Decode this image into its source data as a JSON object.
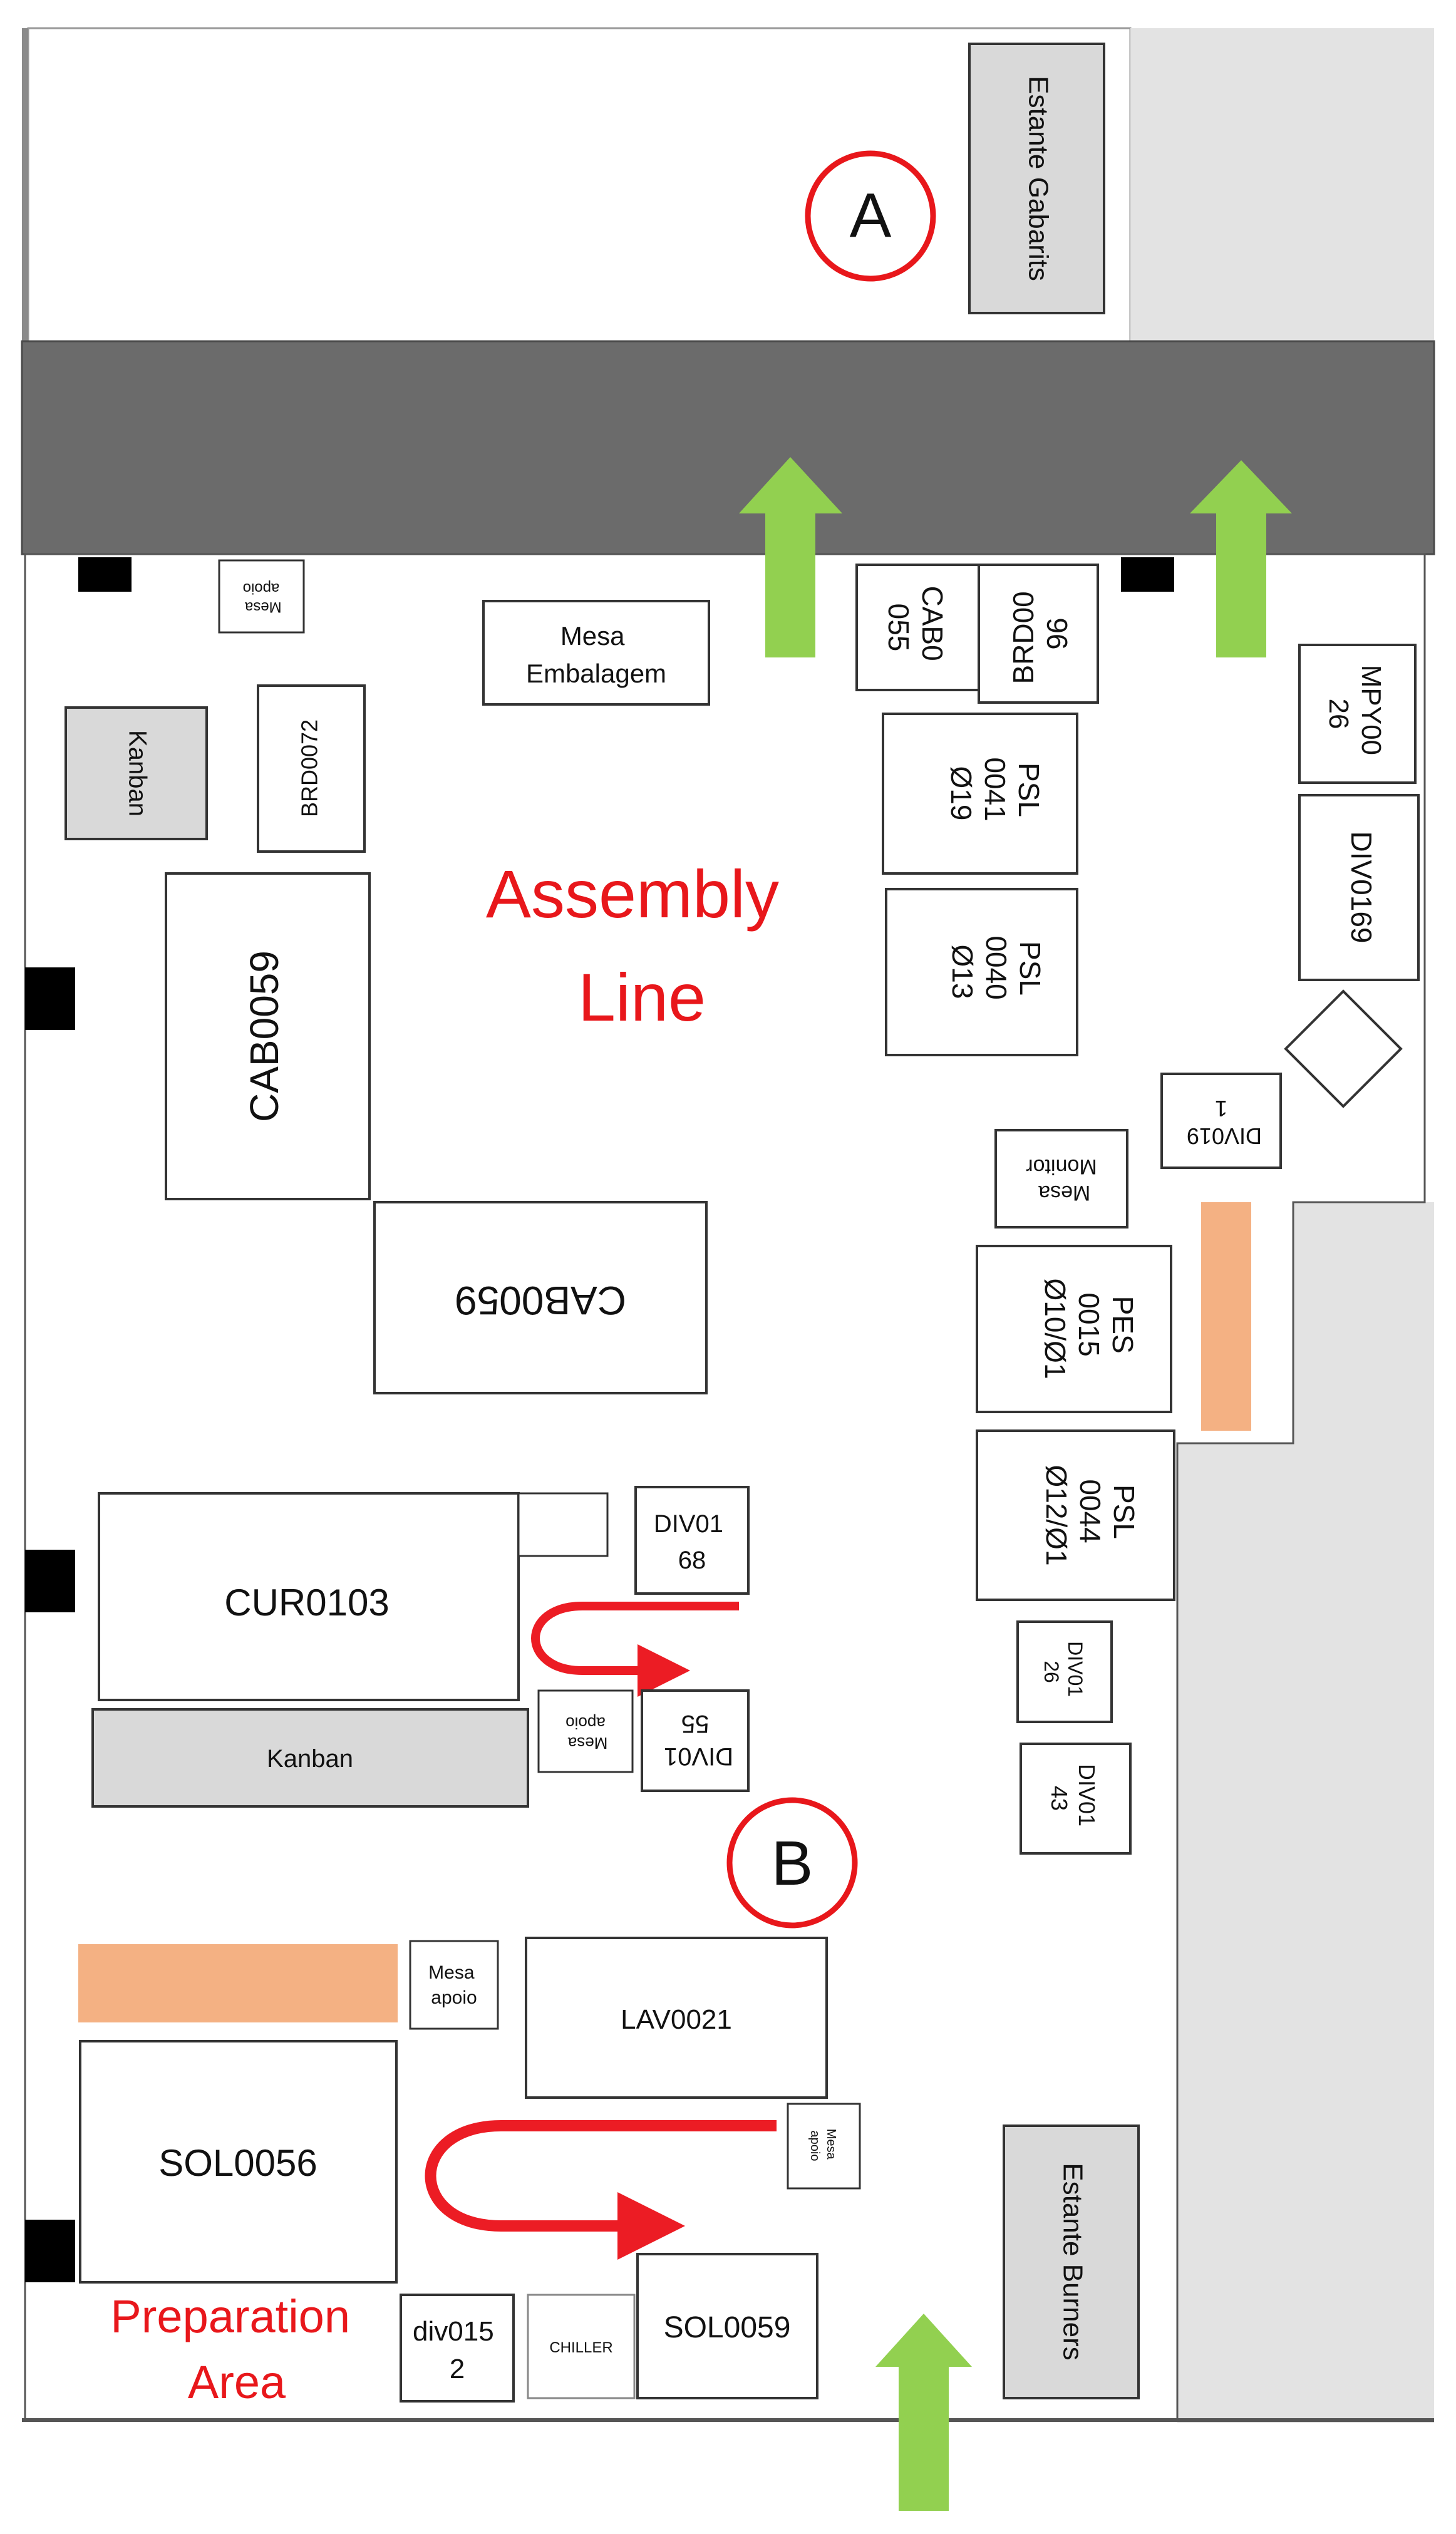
{
  "zones": {
    "a": "A",
    "b": "B",
    "assembly_line": [
      "Assembly",
      "Line"
    ],
    "preparation_area": [
      "Preparation",
      "Area"
    ]
  },
  "equipment": {
    "estante_gabarits": "Estante Gabarits",
    "mesa_embalagem": [
      "Mesa",
      "Embalagem"
    ],
    "mesa_apoio_top": [
      "Mesa",
      "apoio"
    ],
    "kanban_left": "Kanban",
    "brd0072": "BRD0072",
    "cab0059_a": "CAB0059",
    "cab0059_b": "CAB0059",
    "cab0055": [
      "CAB0",
      "055"
    ],
    "brd0096": [
      "BRD00",
      "96"
    ],
    "mpy0026": [
      "MPY00",
      "26"
    ],
    "psl0041": [
      "PSL",
      "0041",
      "Ø19"
    ],
    "psl0040": [
      "PSL",
      "0040",
      "Ø13"
    ],
    "div0169": "DIV0169",
    "div0191": [
      "DIV019",
      "1"
    ],
    "mesa_monitor": [
      "Mesa",
      "Monitor"
    ],
    "pes0015": [
      "PES",
      "0015",
      "Ø10/Ø1"
    ],
    "psl0044": [
      "PSL",
      "0044",
      "Ø12/Ø1"
    ],
    "cur0103": "CUR0103",
    "kanban_cur": "Kanban",
    "div0168": [
      "DIV01",
      "68"
    ],
    "mesa_apoio_mid": [
      "Mesa",
      "apoio"
    ],
    "div0155": [
      "DIV01",
      "55"
    ],
    "div0126": [
      "DIV01",
      "26"
    ],
    "div0143": [
      "DIV01",
      "43"
    ],
    "mesa_apoio_prep": [
      "Mesa",
      "apoio"
    ],
    "lav0021": "LAV0021",
    "mesa_apoio_small": [
      "Mesa",
      "apoio"
    ],
    "sol0056": "SOL0056",
    "estante_burners": "Estante Burners",
    "div0152": [
      "div015",
      "2"
    ],
    "chiller": "CHILLER",
    "sol0059": "SOL0059"
  },
  "colors": {
    "corridor": "#6b6b6b",
    "grey_area": "#e3e3e3",
    "kanban": "#d9d9d9",
    "orange": "#f4b183",
    "arrow_green": "#92d050",
    "flow_red": "#ec1c24",
    "pillar": "#000000"
  }
}
